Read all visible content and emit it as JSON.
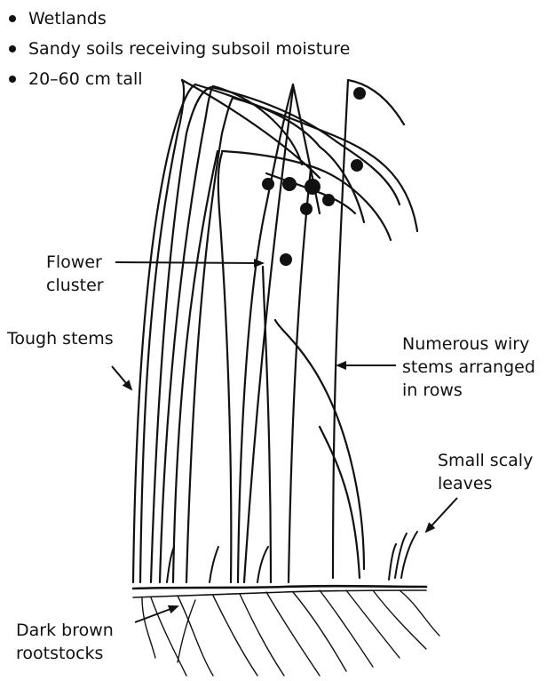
{
  "bullets": [
    "Wetlands",
    "Sandy soils receiving subsoil moisture",
    "20–60 cm tall"
  ],
  "labels": {
    "flower_cluster": [
      "Flower",
      "cluster"
    ],
    "tough_stems": "Tough stems",
    "numerous_wiry": [
      "Numerous wiry",
      "stems arranged",
      "in rows"
    ],
    "small_scaly": [
      "Small scaly",
      "leaves"
    ],
    "dark_brown": [
      "Dark brown",
      "rootstocks"
    ]
  },
  "colors": {
    "ink": "#111111",
    "background": "#ffffff"
  }
}
